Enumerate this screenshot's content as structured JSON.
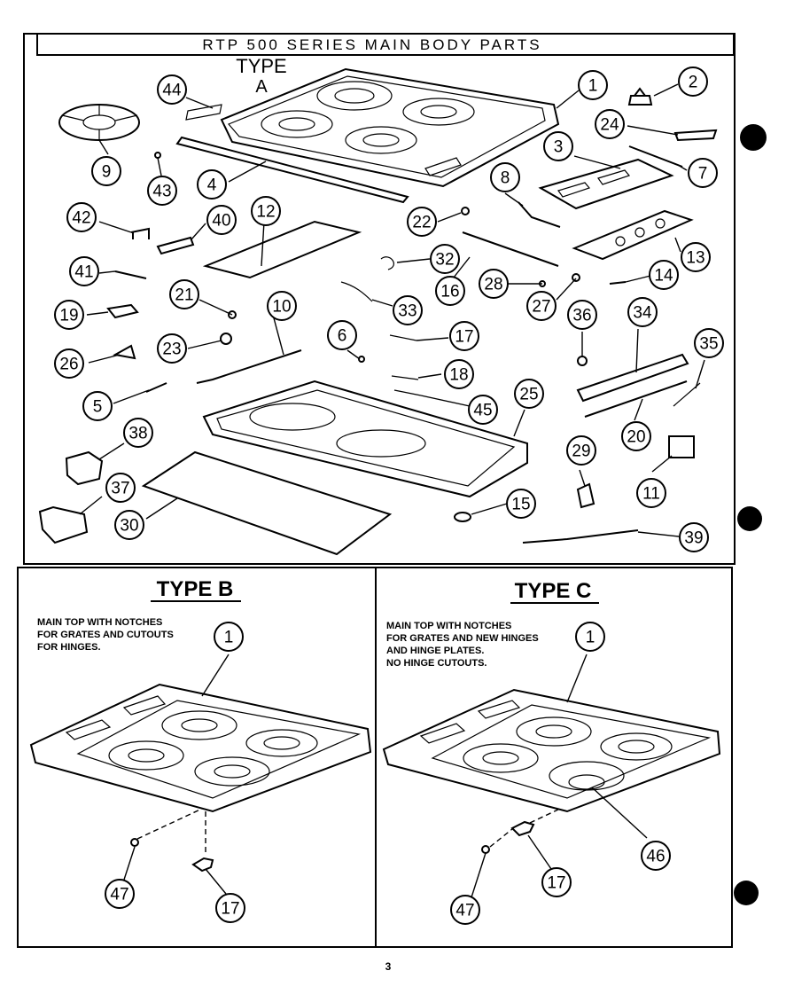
{
  "title": "RTP 500 SERIES MAIN BODY PARTS",
  "type_a": {
    "label_line1": "TYPE",
    "label_line2": "A"
  },
  "type_b": {
    "heading": "TYPE B",
    "note_lines": [
      "MAIN TOP WITH NOTCHES",
      "FOR GRATES AND CUTOUTS",
      "FOR HINGES."
    ]
  },
  "type_c": {
    "heading": "TYPE C",
    "note_lines": [
      "MAIN TOP WITH NOTCHES",
      "FOR GRATES AND NEW HINGES",
      "AND HINGE PLATES.",
      "NO HINGE CUTOUTS."
    ]
  },
  "callouts_a": [
    "44",
    "1",
    "2",
    "24",
    "7",
    "3",
    "9",
    "43",
    "4",
    "8",
    "22",
    "13",
    "42",
    "40",
    "12",
    "32",
    "16",
    "28",
    "14",
    "41",
    "21",
    "10",
    "27",
    "33",
    "36",
    "34",
    "35",
    "19",
    "6",
    "17",
    "23",
    "26",
    "18",
    "45",
    "25",
    "5",
    "20",
    "38",
    "29",
    "11",
    "37",
    "30",
    "15",
    "39"
  ],
  "callouts_b": [
    "1",
    "47",
    "17"
  ],
  "callouts_c": [
    "1",
    "46",
    "47",
    "17"
  ],
  "page_number": "3"
}
